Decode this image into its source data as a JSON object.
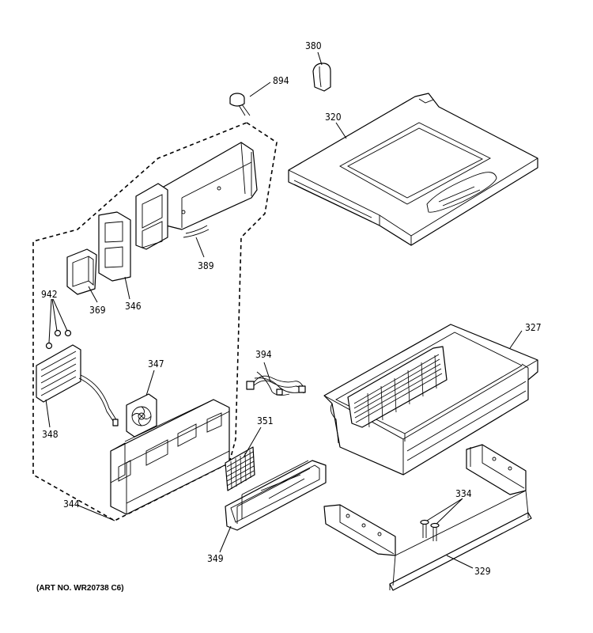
{
  "parts": [
    {
      "id": "p380",
      "label": "380"
    },
    {
      "id": "p894",
      "label": "894"
    },
    {
      "id": "p320",
      "label": "320"
    },
    {
      "id": "p389",
      "label": "389"
    },
    {
      "id": "p942",
      "label": "942"
    },
    {
      "id": "p369",
      "label": "369"
    },
    {
      "id": "p346",
      "label": "346"
    },
    {
      "id": "p327",
      "label": "327"
    },
    {
      "id": "p394",
      "label": "394"
    },
    {
      "id": "p347",
      "label": "347"
    },
    {
      "id": "p348",
      "label": "348"
    },
    {
      "id": "p351",
      "label": "351"
    },
    {
      "id": "p334",
      "label": "334"
    },
    {
      "id": "p344",
      "label": "344"
    },
    {
      "id": "p349",
      "label": "349"
    },
    {
      "id": "p329",
      "label": "329"
    }
  ],
  "art_number": "(ART NO. WR20738 C6)"
}
